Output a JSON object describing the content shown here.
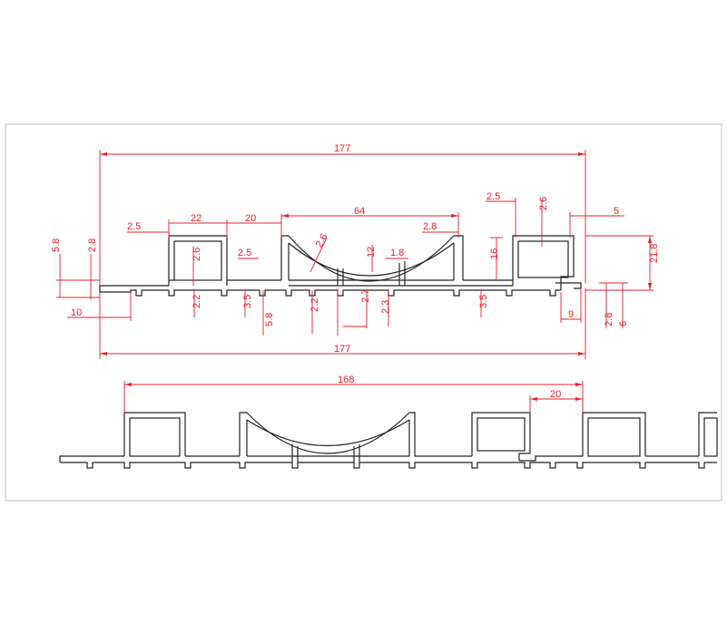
{
  "colors": {
    "dimension": "#e8202a",
    "profile": "#222222",
    "frame": "#bfbfbf",
    "background": "#ffffff"
  },
  "top_view": {
    "overall_width_top": "177",
    "overall_width_bottom": "177",
    "cell_wall_left": "2.5",
    "cell_width": "22",
    "cell_gap": "20",
    "arc_span": "64",
    "arc_wall": "2.6",
    "arc_right_wall": "2.8",
    "right_wall": "2.5",
    "right_cell_wall": "2.6",
    "right_offset": "5",
    "left_tab_height": "5.8",
    "left_tab_thick": "2.8",
    "left_inner_wall": "2.6",
    "inner_rib": "2.5",
    "center_rib": "12",
    "center_gap": "1.8",
    "right_slot_height": "16",
    "total_height": "21.8",
    "left_tab_length": "10",
    "foot_a": "2.2",
    "foot_b": "3.5",
    "foot_c": "5.8",
    "foot_d": "2.2",
    "foot_e": "2.7",
    "foot_f": "2.3",
    "foot_g": "3.5",
    "hook_width": "9",
    "hook_thick": "2.8",
    "hook_height": "6"
  },
  "bottom_view": {
    "pitch": "168",
    "overlap": "20"
  }
}
